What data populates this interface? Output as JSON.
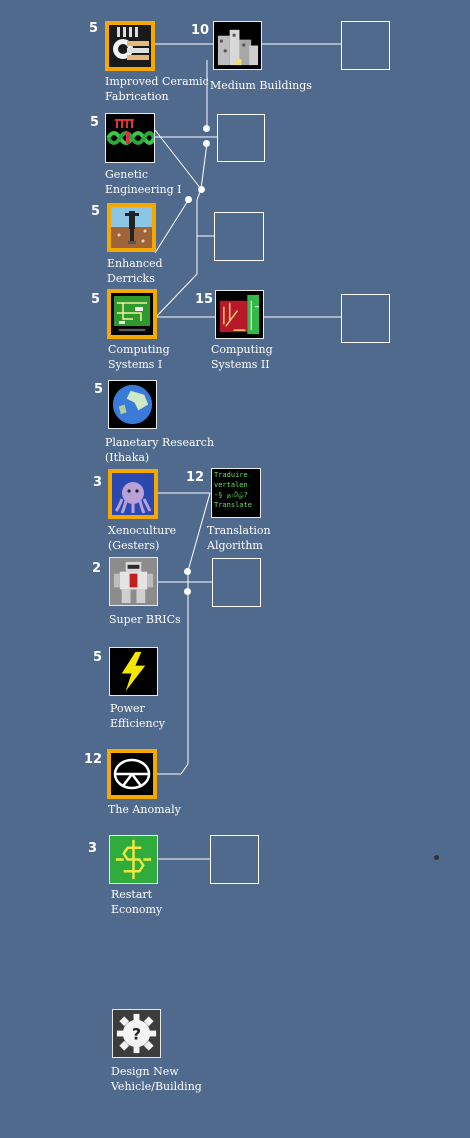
{
  "techs": [
    {
      "id": "ceramic",
      "cost": "5",
      "label": "Improved Ceramic\nFabrication",
      "icon": "ceramic-fabrication-icon"
    },
    {
      "id": "medium",
      "cost": "10",
      "label": "Medium Buildings",
      "icon": "medium-buildings-icon"
    },
    {
      "id": "genetic",
      "cost": "5",
      "label": "Genetic\nEngineering I",
      "icon": "dna-icon"
    },
    {
      "id": "derricks",
      "cost": "5",
      "label": "Enhanced\nDerricks",
      "icon": "derrick-icon"
    },
    {
      "id": "computing1",
      "cost": "5",
      "label": "Computing\nSystems I",
      "icon": "circuit-board-icon"
    },
    {
      "id": "computing2",
      "cost": "15",
      "label": "Computing\nSystems II",
      "icon": "circuit-board-red-icon"
    },
    {
      "id": "planetary",
      "cost": "5",
      "label": "Planetary Research\n(Ithaka)",
      "icon": "planet-icon"
    },
    {
      "id": "xeno",
      "cost": "3",
      "label": "Xenoculture\n(Gesters)",
      "icon": "gester-alien-icon"
    },
    {
      "id": "translation",
      "cost": "12",
      "label": "Translation\nAlgorithm",
      "icon": "translation-text-icon",
      "icon_text": [
        "Traduire",
        "vertalen",
        "-§ தமிழ்?",
        "Translate"
      ]
    },
    {
      "id": "bric",
      "cost": "2",
      "label": "Super BRICs",
      "icon": "bric-robot-icon"
    },
    {
      "id": "power",
      "cost": "5",
      "label": "Power\nEfficiency",
      "icon": "lightning-bolt-icon"
    },
    {
      "id": "anomaly",
      "cost": "12",
      "label": "The Anomaly",
      "icon": "anomaly-symbol-icon"
    },
    {
      "id": "economy",
      "cost": "3",
      "label": "Restart\nEconomy",
      "icon": "dollar-circuit-icon"
    },
    {
      "id": "design",
      "cost": "",
      "label": "Design New\nVehicle/Building",
      "icon": "gear-question-icon"
    }
  ],
  "colors": {
    "background": "#506a8e",
    "owned_border": "#f5a800",
    "line": "#ffffff"
  }
}
